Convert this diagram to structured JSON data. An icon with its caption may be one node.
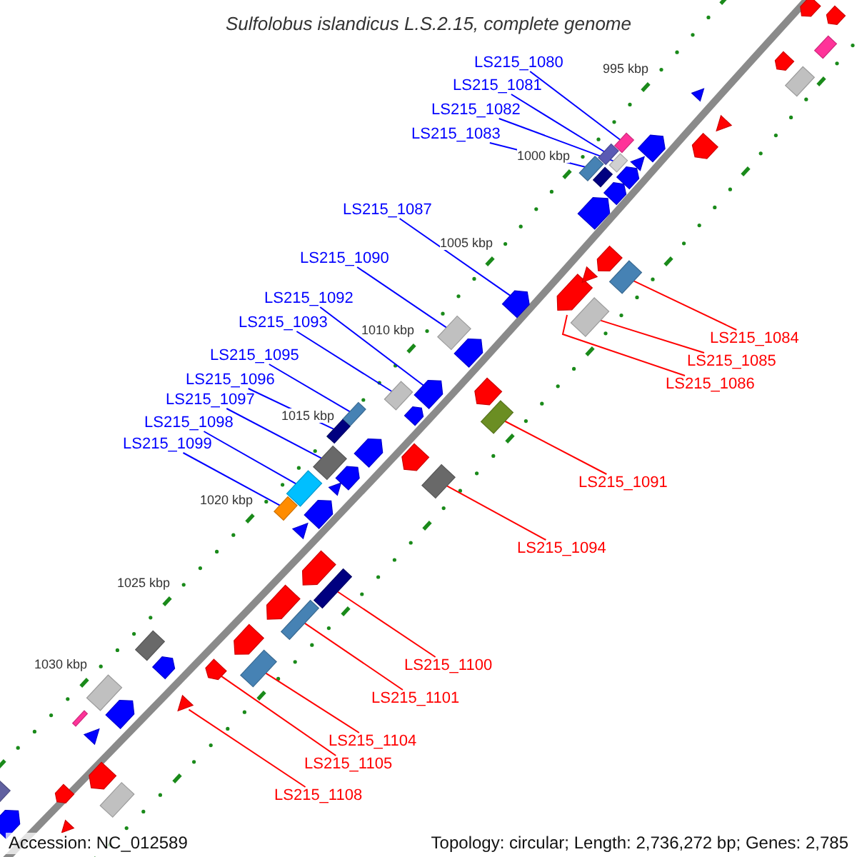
{
  "diagram": {
    "title": "Sulfolobus islandicus L.S.2.15, complete genome",
    "nodes": [
      {
        "text": [
          "LS215_1080"
        ]
      },
      {
        "text": [],
        "shape": "box"
      },
      {
        "text": [
          "LS215_1081"
        ]
      },
      {
        "text": [],
        "shape": "box"
      },
      {
        "text": [
          "LS215_1082"
        ]
      },
      {
        "text": [],
        "shape": "box"
      },
      {
        "text": [
          "LS215_1083"
        ]
      },
      {
        "text": [],
        "shape": "box"
      },
      {
        "text": [
          "LS215_1084"
        ]
      },
      {
        "text": [],
        "shape": "box"
      },
      {
        "text": [
          "LS215_1085"
        ]
      },
      {
        "text": [],
        "shape": "box"
      },
      {
        "text": [
          "LS215_1086"
        ]
      },
      {
        "text": [],
        "shape": "pentagon"
      },
      {
        "text": [
          "LS215_1087"
        ]
      },
      {
        "text": [],
        "shape": "pentagon"
      },
      {
        "text": [
          "LS215_1090"
        ]
      },
      {
        "text": [],
        "shape": "box"
      },
      {
        "text": [
          "LS215_1091"
        ]
      },
      {
        "text": [],
        "shape": "box"
      },
      {
        "text": [
          "LS215_1092"
        ]
      },
      {
        "text": [],
        "shape": "pentagon"
      },
      {
        "text": [
          "LS215_1093"
        ]
      },
      {
        "text": [],
        "shape": "box"
      },
      {
        "text": [
          "LS215_1094"
        ]
      },
      {
        "text": [],
        "shape": "box"
      },
      {
        "text": [
          "LS215_1095"
        ]
      },
      {
        "text": [],
        "shape": "box"
      },
      {
        "text": [
          "LS215_1096"
        ]
      },
      {
        "text": [],
        "shape": "box"
      },
      {
        "text": [
          "LS215_1097"
        ]
      },
      {
        "text": [],
        "shape": "box"
      },
      {
        "text": [
          "LS215_1098"
        ]
      },
      {
        "text": [],
        "shape": "box"
      },
      {
        "text": [
          "LS215_1099"
        ]
      },
      {
        "text": [],
        "shape": "box"
      },
      {
        "text": [
          "LS215_1100"
        ]
      },
      {
        "text": [],
        "shape": "box"
      },
      {
        "text": [
          "LS215_1101"
        ]
      },
      {
        "text": [],
        "shape": "box"
      },
      {
        "text": [
          "LS215_1104"
        ]
      },
      {
        "text": [],
        "shape": "box"
      },
      {
        "text": [
          "LS215_1105"
        ]
      },
      {
        "text": [],
        "shape": "pentagon"
      },
      {
        "text": [
          "LS215_1108"
        ]
      },
      {
        "text": [],
        "shape": "triangle"
      },
      {
        "text": [],
        "shape": "pentagon"
      },
      {
        "text": [],
        "shape": "pentagon"
      },
      {
        "text": [],
        "shape": "box"
      },
      {
        "text": [],
        "shape": "pentagon"
      },
      {
        "text": [],
        "shape": "box"
      },
      {
        "text": [],
        "shape": "triangle"
      },
      {
        "text": [],
        "shape": "triangle"
      },
      {
        "text": [],
        "shape": "pentagon"
      },
      {
        "text": [],
        "shape": "pentagon"
      },
      {
        "text": [],
        "shape": "triangle"
      },
      {
        "text": [],
        "shape": "pentagon"
      },
      {
        "text": [],
        "shape": "box"
      },
      {
        "text": [],
        "shape": "pentagon"
      },
      {
        "text": [],
        "shape": "pentagon"
      },
      {
        "text": [],
        "shape": "pentagon"
      },
      {
        "text": [],
        "shape": "triangle"
      },
      {
        "text": [],
        "shape": "pentagon"
      },
      {
        "text": [],
        "shape": "pentagon"
      },
      {
        "text": [],
        "shape": "pentagon"
      },
      {
        "text": [],
        "shape": "pentagon"
      },
      {
        "text": [],
        "shape": "pentagon"
      },
      {
        "text": [],
        "shape": "pentagon"
      },
      {
        "text": [],
        "shape": "triangle"
      },
      {
        "text": [],
        "shape": "pentagon"
      },
      {
        "text": [],
        "shape": "triangle"
      },
      {
        "text": [],
        "shape": "pentagon"
      },
      {
        "text": [],
        "shape": "pentagon"
      },
      {
        "text": [],
        "shape": "pentagon"
      },
      {
        "text": [],
        "shape": "box"
      },
      {
        "text": [],
        "shape": "pentagon"
      },
      {
        "text": [],
        "shape": "box"
      },
      {
        "text": [],
        "shape": "pentagon"
      },
      {
        "text": [],
        "shape": "box"
      },
      {
        "text": [],
        "shape": "triangle"
      },
      {
        "text": [],
        "shape": "pentagon"
      },
      {
        "text": [],
        "shape": "pentagon"
      },
      {
        "text": [],
        "shape": "box"
      },
      {
        "text": [],
        "shape": "box"
      },
      {
        "text": [],
        "shape": "pentagon"
      },
      {
        "text": [],
        "shape": "triangle"
      }
    ],
    "edges": [
      {
        "from": 0,
        "to": 1,
        "arrow": "none"
      },
      {
        "from": 2,
        "to": 3,
        "arrow": "none"
      },
      {
        "from": 4,
        "to": 5,
        "arrow": "none"
      },
      {
        "from": 6,
        "to": 7,
        "arrow": "none"
      },
      {
        "from": 8,
        "to": 9,
        "arrow": "none",
        "color": "#ff0000"
      },
      {
        "from": 10,
        "to": 11,
        "arrow": "none",
        "color": "#ff0000"
      },
      {
        "from": 12,
        "to": 13,
        "arrow": "none",
        "color": "#ff0000"
      },
      {
        "from": 14,
        "to": 15,
        "arrow": "none"
      },
      {
        "from": 16,
        "to": 17,
        "arrow": "none"
      },
      {
        "from": 18,
        "to": 19,
        "arrow": "none",
        "color": "#ff0000"
      },
      {
        "from": 20,
        "to": 21,
        "arrow": "none"
      },
      {
        "from": 22,
        "to": 23,
        "arrow": "none"
      },
      {
        "from": 24,
        "to": 25,
        "arrow": "none",
        "color": "#ff0000"
      },
      {
        "from": 26,
        "to": 27,
        "arrow": "none"
      },
      {
        "from": 28,
        "to": 29,
        "arrow": "none"
      },
      {
        "from": 30,
        "to": 31,
        "arrow": "none"
      },
      {
        "from": 32,
        "to": 33,
        "arrow": "none"
      },
      {
        "from": 34,
        "to": 35,
        "arrow": "none"
      },
      {
        "from": 36,
        "to": 37,
        "arrow": "none",
        "color": "#ff0000"
      },
      {
        "from": 38,
        "to": 39,
        "arrow": "none",
        "color": "#ff0000"
      },
      {
        "from": 40,
        "to": 41,
        "arrow": "none",
        "color": "#ff0000"
      },
      {
        "from": 42,
        "to": 43,
        "arrow": "none",
        "color": "#ff0000"
      },
      {
        "from": 44,
        "to": 45,
        "arrow": "none",
        "color": "#ff0000"
      }
    ],
    "labels": [
      "995 kbp",
      "1000 kbp",
      "1005 kbp",
      "1010 kbp",
      "1015 kbp",
      "1020 kbp",
      "1025 kbp",
      "1030 kbp",
      "Accession: NC_012589",
      "Topology: circular; Length: 2,736,272 bp; Genes: 2,785"
    ]
  }
}
